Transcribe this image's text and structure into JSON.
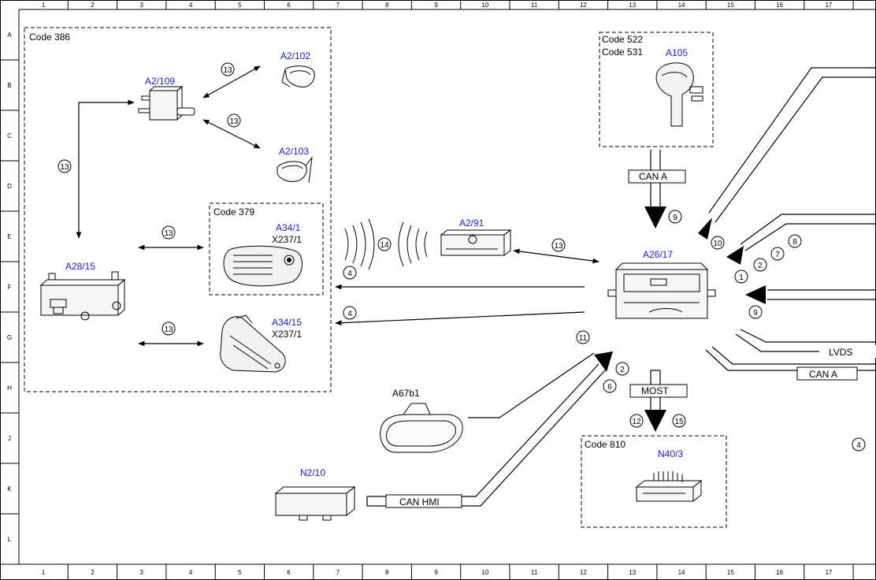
{
  "ruler": {
    "cols": [
      "1",
      "2",
      "3",
      "4",
      "5",
      "6",
      "7",
      "8",
      "9",
      "10",
      "11",
      "12",
      "13",
      "14",
      "15",
      "16",
      "17"
    ],
    "rows": [
      "A",
      "B",
      "C",
      "D",
      "E",
      "F",
      "G",
      "H",
      "J",
      "K",
      "L"
    ]
  },
  "codes": {
    "code386": "Code 386",
    "code379": "Code 379",
    "code522": "Code 522",
    "code531": "Code 531",
    "code810": "Code 810"
  },
  "components": {
    "a2_109": "A2/109",
    "a2_102": "A2/102",
    "a2_103": "A2/103",
    "a28_15": "A28/15",
    "a34_1": "A34/1",
    "x237_1a": "X237/1",
    "a34_15": "A34/15",
    "x237_1b": "X237/1",
    "a105": "A105",
    "a2_91": "A2/91",
    "a26_17": "A26/17",
    "a67b1": "A67b1",
    "n2_10": "N2/10",
    "n40_3": "N40/3"
  },
  "buses": {
    "can_a_top": "CAN A",
    "most": "MOST",
    "can_hmi": "CAN HMI",
    "lvds": "LVDS",
    "can_a_right": "CAN A"
  },
  "callouts": {
    "c13_a": "13",
    "c13_b": "13",
    "c13_c": "13",
    "c13_d": "13",
    "c13_e": "13",
    "c13_f": "13",
    "c14": "14",
    "c4_a": "4",
    "c4_b": "4",
    "c4_c": "4",
    "c9_a": "9",
    "c9_b": "9",
    "c10": "10",
    "c1": "1",
    "c2_a": "2",
    "c7": "7",
    "c8": "8",
    "c11": "11",
    "c2_b": "2",
    "c6": "6",
    "c12": "12",
    "c15": "15"
  }
}
